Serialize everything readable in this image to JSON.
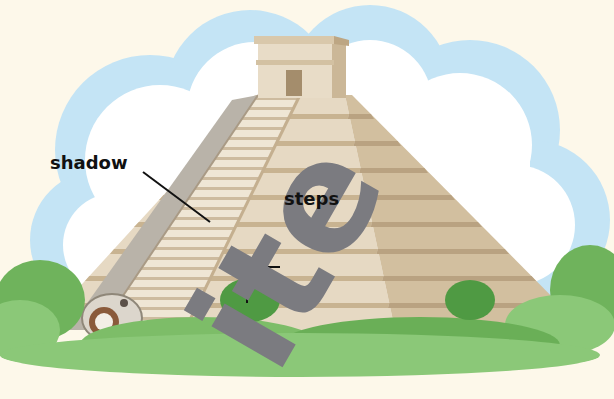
{
  "diagram": {
    "labels": [
      "shadow",
      "steps",
      "ite"
    ]
  }
}
